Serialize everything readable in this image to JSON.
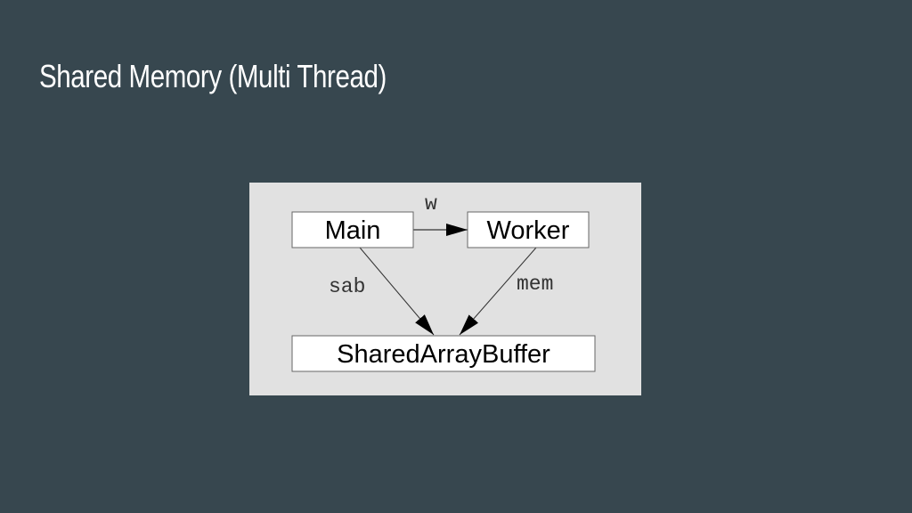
{
  "slide": {
    "title": "Shared Memory (Multi Thread)",
    "background_color": "#37474f",
    "title_color": "#ffffff"
  },
  "diagram": {
    "background_color": "#e1e1e1",
    "nodes": {
      "main": "Main",
      "worker": "Worker",
      "shared_array_buffer": "SharedArrayBuffer"
    },
    "edges": {
      "main_to_worker": "w",
      "main_to_shared_array_buffer": "sab",
      "worker_to_shared_array_buffer": "mem"
    }
  }
}
